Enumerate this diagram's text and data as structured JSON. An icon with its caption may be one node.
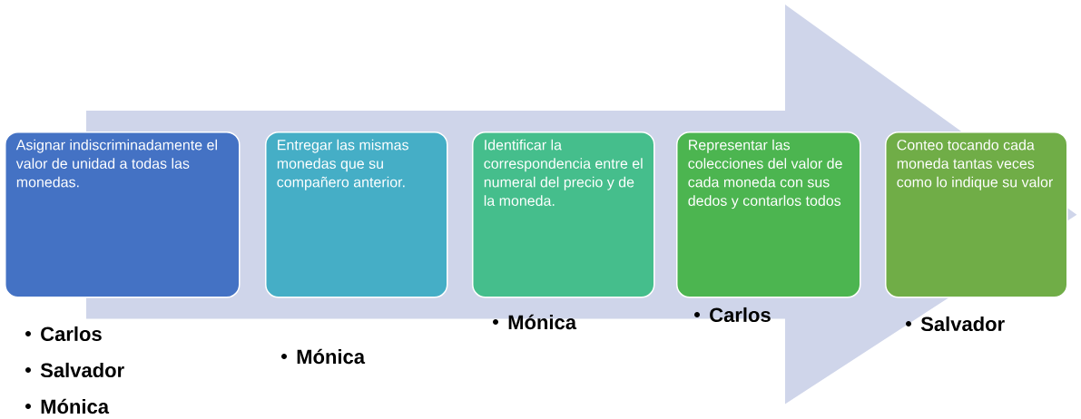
{
  "diagram": {
    "nodes": [
      {
        "text": [
          "Asignar indiscriminadamente el valor de unidad a todas las monedas."
        ],
        "beside": [
          "Carlos",
          "Salvador",
          "Mónica"
        ]
      },
      {
        "text": [
          "Entregar las mismas monedas que su compañero anterior."
        ],
        "beside": [
          "Mónica"
        ]
      },
      {
        "text": [
          "Identificar la correspondencia entre el numeral del precio y de la moneda."
        ],
        "beside": [
          "Mónica"
        ]
      },
      {
        "text": [
          "Representar las colecciones del valor de cada moneda con sus dedos y contarlos todos"
        ],
        "beside": [
          "Carlos"
        ]
      },
      {
        "text": [
          "Conteo tocando cada moneda tantas veces como lo indique su valor"
        ],
        "beside": [
          "Salvador"
        ]
      }
    ],
    "edges": [
      {
        "from": 0,
        "to": 4,
        "arrow": "to",
        "style": "thick"
      }
    ]
  }
}
